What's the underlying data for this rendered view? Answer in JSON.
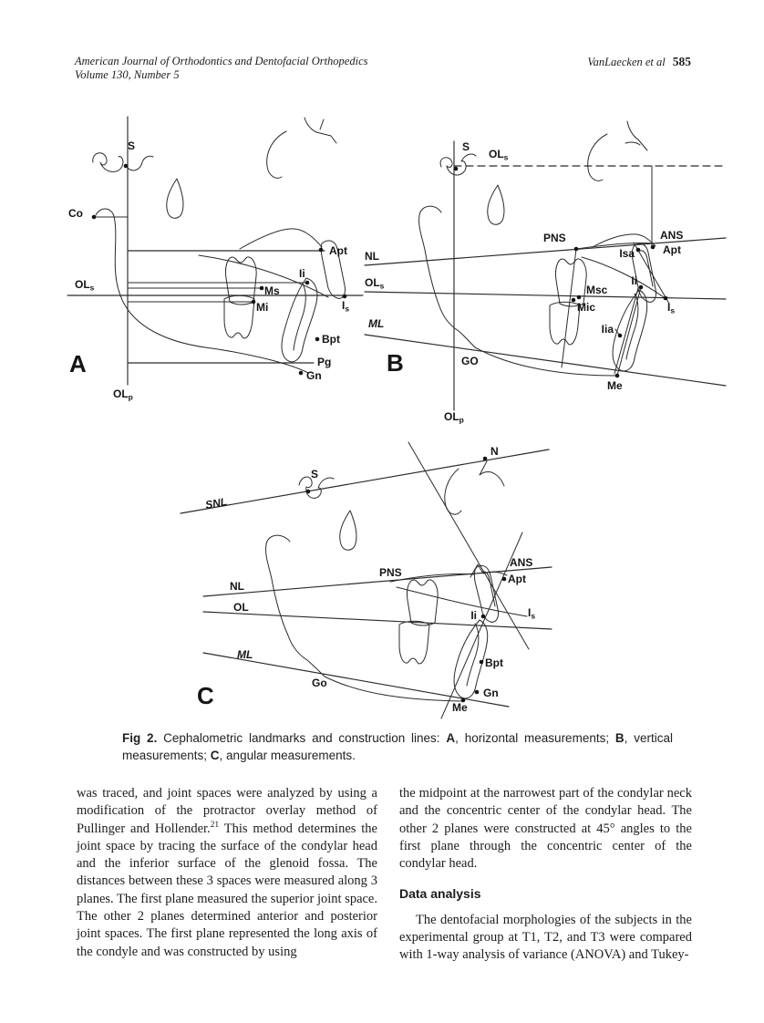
{
  "header": {
    "journal": "American Journal of Orthodontics and Dentofacial Orthopedics",
    "volume_line": "Volume 130, Number 5",
    "authors": "VanLaecken et al",
    "page_number": "585"
  },
  "figure": {
    "panel_a": {
      "letter": "A",
      "s": "S",
      "co": "Co",
      "ol": "OL",
      "sub_s": "s",
      "sub_p": "p",
      "apt": "Apt",
      "ms": "Ms",
      "mi": "Mi",
      "ii": "Ii",
      "i": "I",
      "bpt": "Bpt",
      "pg": "Pg",
      "gn": "Gn"
    },
    "panel_b": {
      "letter": "B",
      "s": "S",
      "ol": "OL",
      "sub_s": "s",
      "sub_p": "p",
      "nl": "NL",
      "ml": "ML",
      "go": "GO",
      "pns": "PNS",
      "ans": "ANS",
      "apt": "Apt",
      "isa": "Isa",
      "msc": "Msc",
      "mic": "Mic",
      "ii": "Ii",
      "iia": "Iia",
      "i": "I",
      "me": "Me"
    },
    "panel_c": {
      "letter": "C",
      "snl": "SNL",
      "s": "S",
      "n": "N",
      "nl": "NL",
      "ol": "OL",
      "ml": "ML",
      "pns": "PNS",
      "ans": "ANS",
      "apt": "Apt",
      "ii": "Ii",
      "i": "I",
      "sub_s": "s",
      "go": "Go",
      "bpt": "Bpt",
      "gn": "Gn",
      "me": "Me"
    },
    "caption": {
      "prefix": "Fig 2.",
      "t1": " Cephalometric landmarks and construction lines: ",
      "b1": "A",
      "t2": ", horizontal measurements; ",
      "b2": "B",
      "t3": ", vertical measurements; ",
      "b3": "C",
      "t4": ", angular measurements."
    }
  },
  "body": {
    "left": {
      "p1a": "was traced, and joint spaces were analyzed by using a modification of the protractor overlay method of Pullinger and Hollender.",
      "p1sup": "21",
      "p1b": " This method determines the joint space by tracing the surface of the condylar head and the inferior surface of the glenoid fossa. The distances between these 3 spaces were measured along 3 planes. The first plane measured the superior joint space. The other 2 planes determined anterior and posterior joint spaces. The first plane represented the long axis of the condyle and was constructed by using"
    },
    "right": {
      "p1": "the midpoint at the narrowest part of the condylar neck and the concentric center of the condylar head. The other 2 planes were constructed at 45° angles to the first plane through the concentric center of the condylar head.",
      "heading": "Data analysis",
      "p2": "The dentofacial morphologies of the subjects in the experimental group at T1, T2, and T3 were compared with 1-way analysis of variance (ANOVA) and Tukey-"
    }
  }
}
